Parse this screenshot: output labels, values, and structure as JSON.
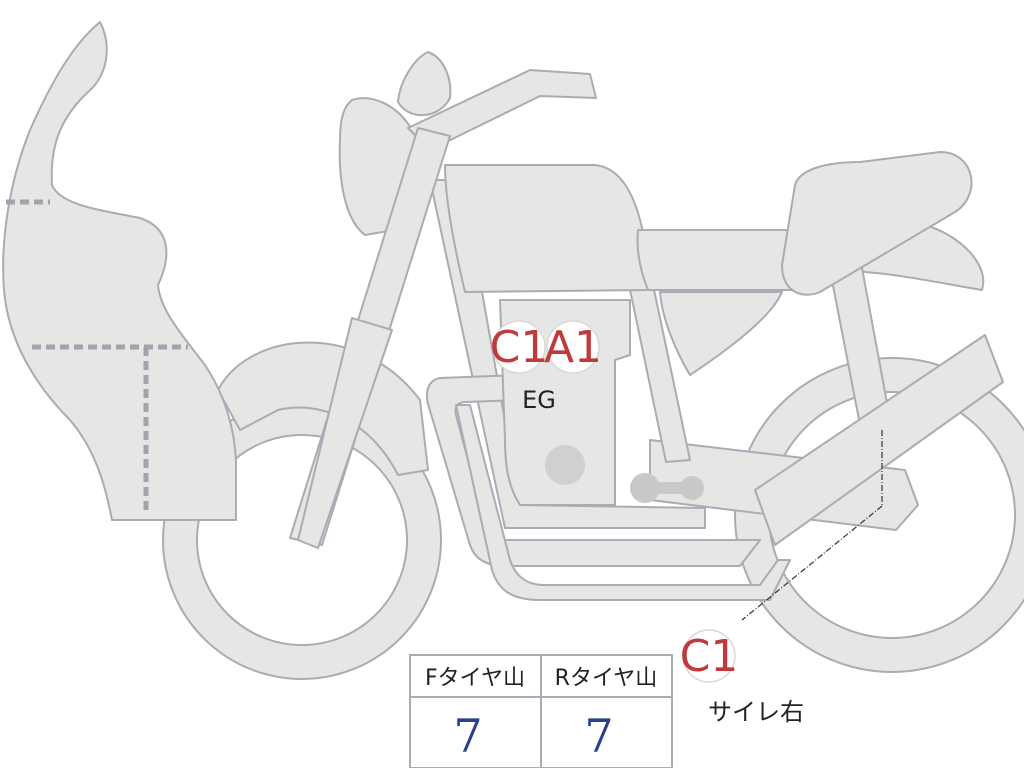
{
  "colors": {
    "body_fill": "#e6e6e4",
    "body_stroke": "#a8acb4",
    "grade_red": "#c0393b",
    "value_blue": "#2b3f8f"
  },
  "markers": {
    "eg_c": "C1",
    "eg_a": "A1",
    "eg_label": "EG",
    "muffler_grade": "C1",
    "muffler_label": "サイレ右"
  },
  "tire_table": {
    "headers": [
      "Fタイヤ山",
      "Rタイヤ山"
    ],
    "values": [
      "7",
      "7"
    ]
  }
}
